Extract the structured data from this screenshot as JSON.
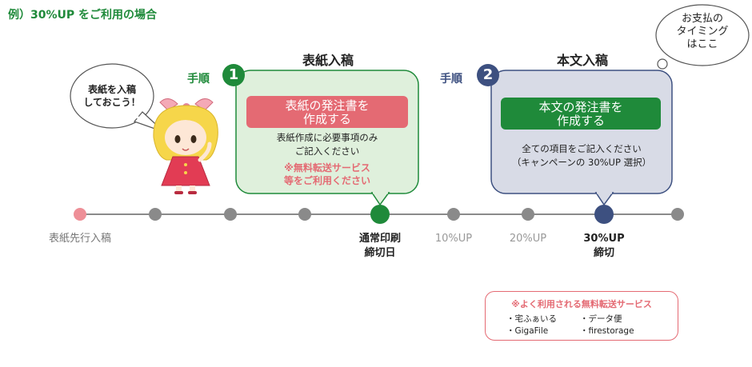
{
  "heading": "例）30%UP をご利用の場合",
  "speech_left": {
    "line1": "表紙を入稿",
    "line2": "しておこう！"
  },
  "speech_right": {
    "line1": "お支払の",
    "line2": "タイミング",
    "line3": "はここ"
  },
  "step1": {
    "label": "手順",
    "number": "1",
    "title": "表紙入稿",
    "button_line1": "表紙の発注書を",
    "button_line2": "作成する",
    "desc_line1": "表紙作成に必要事項のみ",
    "desc_line2": "ご記入ください",
    "note_line1": "※無料転送サービス",
    "note_line2": "等をご利用ください"
  },
  "step2": {
    "label": "手順",
    "number": "2",
    "title": "本文入稿",
    "button_line1": "本文の発注書を",
    "button_line2": "作成する",
    "desc_line1": "全ての項目をご記入ください",
    "desc_line2": "（キャンペーンの 30%UP 選択）"
  },
  "timeline": {
    "labels": {
      "first": "表紙先行入稿",
      "deadline_line1": "通常印刷",
      "deadline_line2": "締切日",
      "pct10": "10%UP",
      "pct20": "20%UP",
      "pct30_line1": "30%UP",
      "pct30_line2": "締切"
    }
  },
  "services": {
    "title": "※よく利用される無料転送サービス",
    "items": [
      "・宅ふぁいる",
      "・データ便",
      "・GigaFile",
      "・firestorage"
    ]
  },
  "colors": {
    "green": "#1f8a3a",
    "pink": "#e46a73",
    "navy": "#3d5080",
    "gray_dot": "#8a8a8a",
    "panel1_bg": "#dff0dc",
    "panel2_bg": "#d8dbe6"
  }
}
